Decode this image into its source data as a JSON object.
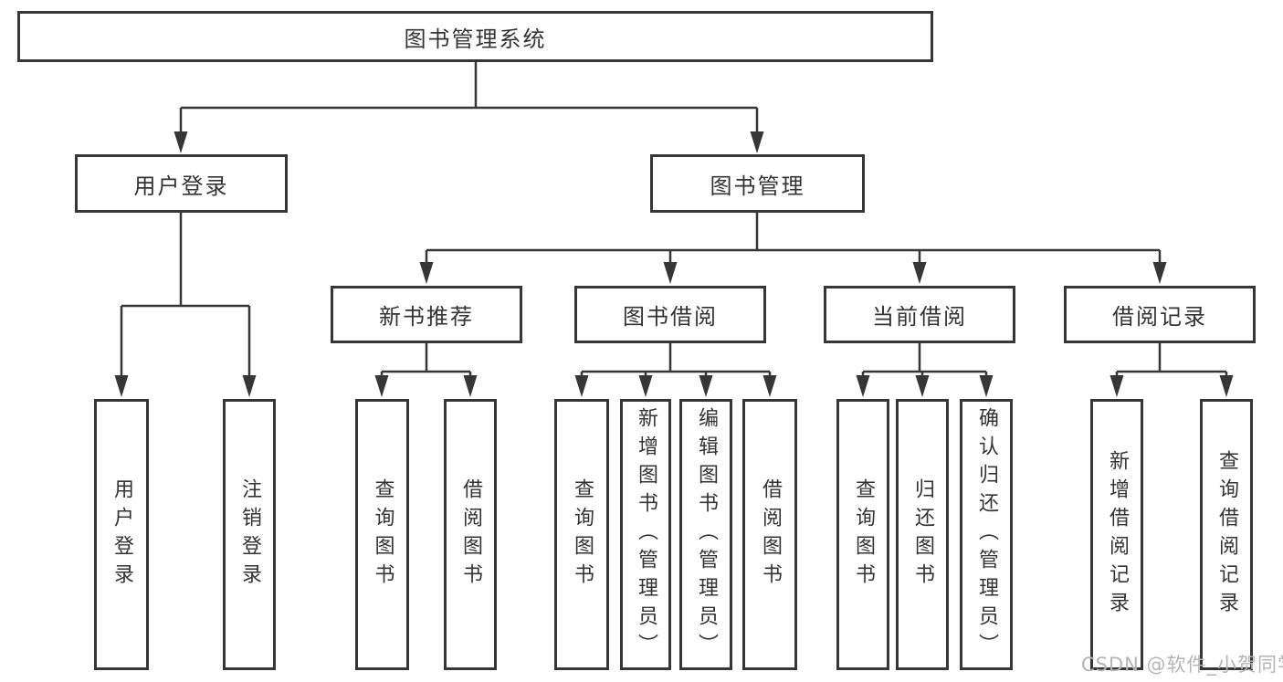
{
  "diagram": {
    "root": "图书管理系统",
    "level2": {
      "user_login": "用户登录",
      "book_mgmt": "图书管理"
    },
    "level3": {
      "new_book": "新书推荐",
      "book_borrow": "图书借阅",
      "current_borrow": "当前借阅",
      "borrow_record": "借阅记录"
    },
    "leaves": {
      "user_login": [
        "用户登录",
        "注销登录"
      ],
      "new_book": [
        "查询图书",
        "借阅图书"
      ],
      "book_borrow": [
        "查询图书",
        "新增图书（管理员）",
        "编辑图书（管理员）",
        "借阅图书"
      ],
      "current_borrow": [
        "查询图书",
        "归还图书",
        "确认归还（管理员）"
      ],
      "borrow_record": [
        "新增借阅记录",
        "查询借阅记录"
      ]
    }
  },
  "watermark": {
    "text": "CSDN @软件_小贺同学"
  },
  "colors": {
    "line": "#363636",
    "text": "#333333",
    "background": "#ffffff",
    "watermark": "#b5b5b5"
  }
}
